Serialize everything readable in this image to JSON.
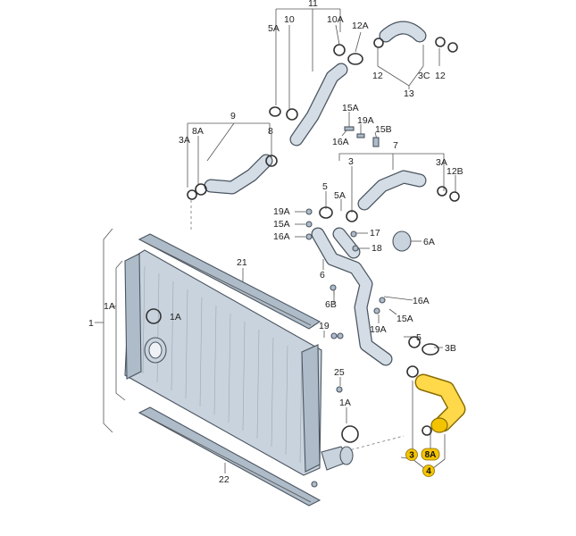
{
  "labels": [
    {
      "id": "11",
      "text": "11"
    },
    {
      "id": "10",
      "text": "10"
    },
    {
      "id": "10A",
      "text": "10A"
    },
    {
      "id": "12A",
      "text": "12A"
    },
    {
      "id": "5A_top",
      "text": "5A"
    },
    {
      "id": "12_a",
      "text": "12"
    },
    {
      "id": "3C",
      "text": "3C"
    },
    {
      "id": "12_b",
      "text": "12"
    },
    {
      "id": "13",
      "text": "13"
    },
    {
      "id": "9",
      "text": "9"
    },
    {
      "id": "8A_left",
      "text": "8A"
    },
    {
      "id": "3A_left",
      "text": "3A"
    },
    {
      "id": "8",
      "text": "8"
    },
    {
      "id": "15A_top",
      "text": "15A"
    },
    {
      "id": "19A_top",
      "text": "19A"
    },
    {
      "id": "15B",
      "text": "15B"
    },
    {
      "id": "16A_top",
      "text": "16A"
    },
    {
      "id": "7",
      "text": "7"
    },
    {
      "id": "3_right",
      "text": "3"
    },
    {
      "id": "3A_right",
      "text": "3A"
    },
    {
      "id": "12B",
      "text": "12B"
    },
    {
      "id": "5_mid",
      "text": "5"
    },
    {
      "id": "5A_mid",
      "text": "5A"
    },
    {
      "id": "19A_mid",
      "text": "19A"
    },
    {
      "id": "15A_mid",
      "text": "15A"
    },
    {
      "id": "16A_mid",
      "text": "16A"
    },
    {
      "id": "17",
      "text": "17"
    },
    {
      "id": "18",
      "text": "18"
    },
    {
      "id": "6A",
      "text": "6A"
    },
    {
      "id": "6",
      "text": "6"
    },
    {
      "id": "21",
      "text": "21"
    },
    {
      "id": "1A_outer",
      "text": "1A"
    },
    {
      "id": "1",
      "text": "1"
    },
    {
      "id": "1A_inner",
      "text": "1A"
    },
    {
      "id": "6B",
      "text": "6B"
    },
    {
      "id": "16A_low",
      "text": "16A"
    },
    {
      "id": "19",
      "text": "19"
    },
    {
      "id": "15A_low",
      "text": "15A"
    },
    {
      "id": "19A_low",
      "text": "19A"
    },
    {
      "id": "5_low",
      "text": "5"
    },
    {
      "id": "3B",
      "text": "3B"
    },
    {
      "id": "25",
      "text": "25"
    },
    {
      "id": "1A_low",
      "text": "1A"
    },
    {
      "id": "22",
      "text": "22"
    },
    {
      "id": "3_hl",
      "text": "3"
    },
    {
      "id": "8A_hl",
      "text": "8A"
    },
    {
      "id": "4_hl",
      "text": "4"
    }
  ],
  "highlight": {
    "hose_color": "#ffd94a",
    "badge_color": "#f5c400",
    "part_labels": [
      "3",
      "8A",
      "4"
    ]
  },
  "colors": {
    "part_fill": "#c9d3dd",
    "part_stroke": "#4a5560",
    "line": "#555555"
  }
}
